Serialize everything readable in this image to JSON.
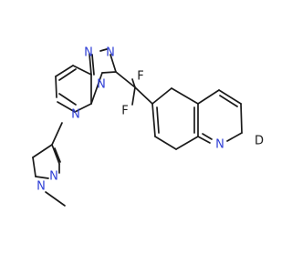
{
  "atoms": {
    "n_pyrazole_1": "N",
    "n_pyrazole_2": "N",
    "n_pyridazine_1": "N",
    "n_pyridazine_2": "N",
    "n_triazole_1": "N",
    "n_triazole_2": "N",
    "f_1": "F",
    "f_2": "F",
    "n_quinoline": "N",
    "d_label": "D"
  },
  "colors": {
    "bond": "#1a1a1a",
    "nitrogen": "#2f3fd6",
    "background": "#ffffff"
  }
}
